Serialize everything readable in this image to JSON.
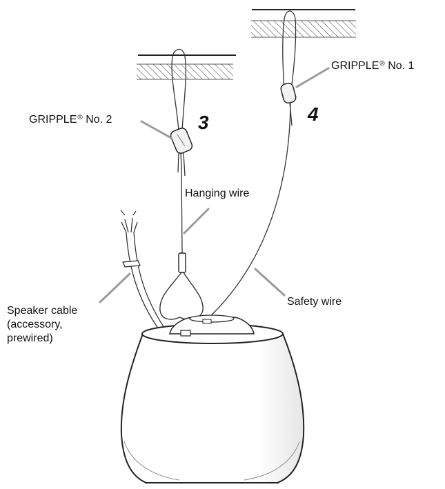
{
  "labels": {
    "gripple_no1_name": "GRIPPLE",
    "gripple_no1_num": "No. 1",
    "gripple_no2_name": "GRIPPLE",
    "gripple_no2_num": "No. 2",
    "registered_mark": "®",
    "hanging_wire": "Hanging wire",
    "safety_wire": "Safety wire",
    "speaker_cable_line1": "Speaker cable",
    "speaker_cable_line2": "(accessory,",
    "speaker_cable_line3": "prewired)"
  },
  "steps": {
    "step3": "3",
    "step4": "4"
  },
  "colors": {
    "line": "#333333",
    "leader": "#9a9a9a",
    "hatch": "#555555",
    "speaker_outline": "#222222"
  }
}
